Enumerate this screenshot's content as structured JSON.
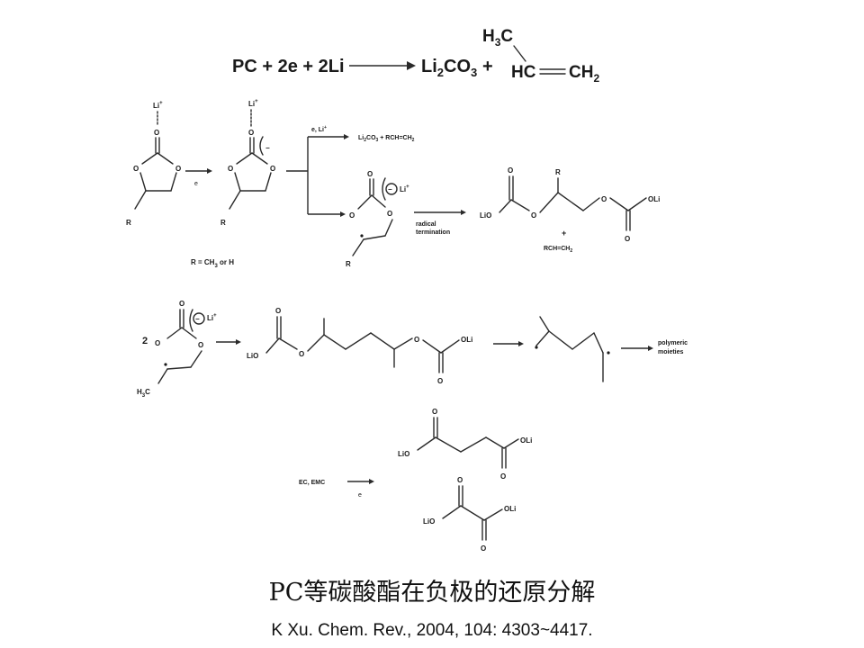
{
  "equation": {
    "reactants": "PC + 2e + 2Li",
    "product_main": "Li",
    "product_main_sub": "2",
    "product_main_rest": "CO",
    "product_main_sub2": "3",
    "plus": "+",
    "propene_ch3": "H",
    "propene_ch3_sub": "3",
    "propene_ch3_c": "C",
    "propene_hc": "HC",
    "propene_ch2": "CH",
    "propene_ch2_sub": "2"
  },
  "scheme1": {
    "li_plus": "Li",
    "plus_sup": "+",
    "e": "e",
    "r": "R",
    "o": "O",
    "r_note": "R = CH",
    "r_note_sub": "3",
    "r_note_end": " or H",
    "branch_top_reagent": "e, Li",
    "branch_top_product_a": "Li",
    "branch_top_product_b": "CO",
    "branch_top_product_c": " + RCH=CH",
    "radical_term_1": "radical",
    "radical_term_2": "termination",
    "li_o": "LiO",
    "o_li": "OLi",
    "rch_ch2": "RCH=CH",
    "plus": "+",
    "minus": "−"
  },
  "scheme2": {
    "coefficient": "2",
    "h3c": "H",
    "h3c_sub": "3",
    "h3c_c": "C",
    "li_o": "LiO",
    "o_li": "OLi",
    "polymeric_1": "polymeric",
    "polymeric_2": "moieties"
  },
  "scheme3": {
    "reagent": "EC, EMC",
    "e": "e",
    "li_o": "LiO",
    "o_li": "OLi",
    "o": "O"
  },
  "caption": {
    "title": "PC等碳酸酯在负极的还原分解",
    "reference": "K Xu. Chem. Rev., 2004, 104: 4303~4417."
  }
}
